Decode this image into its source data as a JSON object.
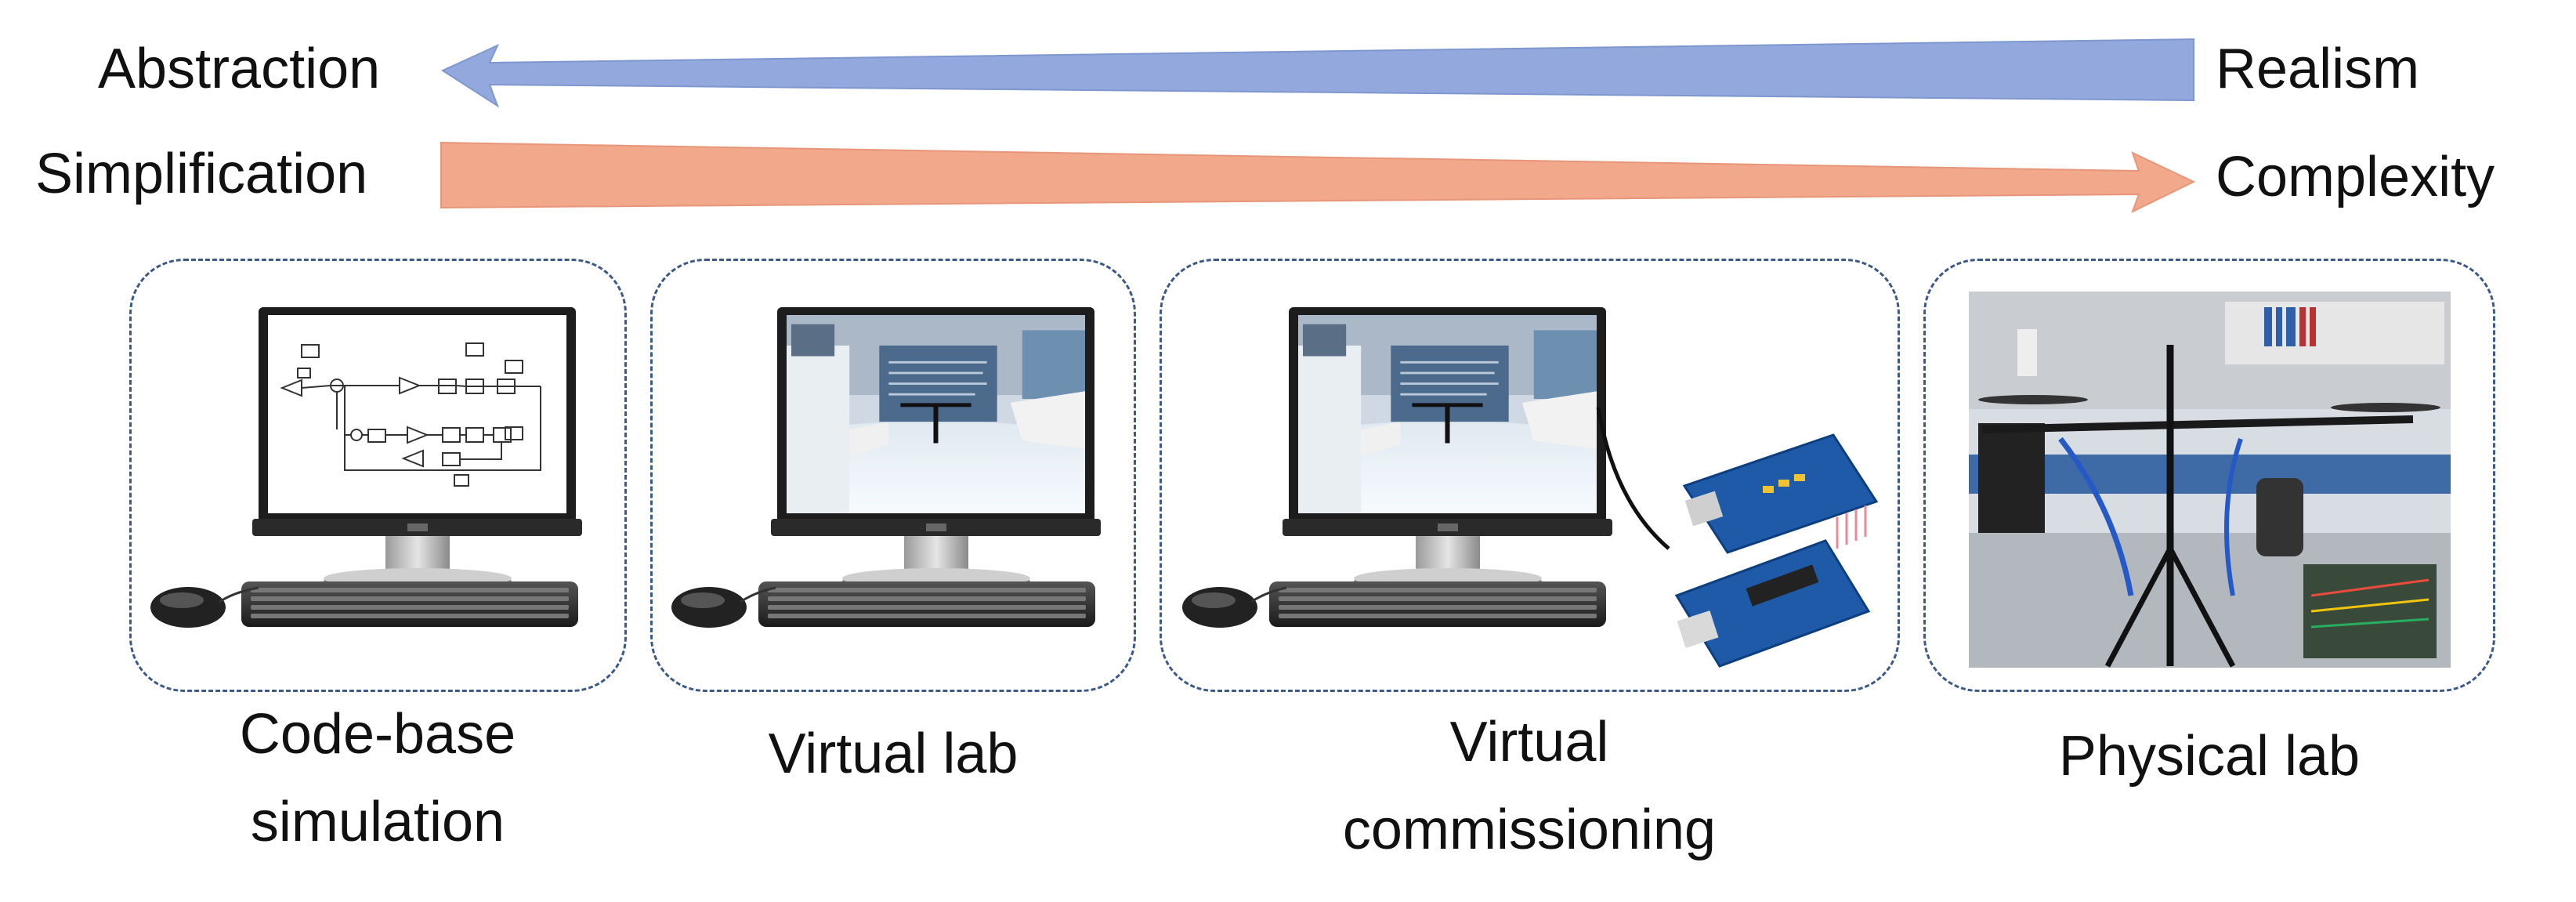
{
  "top_arrows": {
    "upper": {
      "left_label": "Abstraction",
      "right_label": "Realism",
      "color": "#93a8dc",
      "direction": "left"
    },
    "lower": {
      "left_label": "Simplification",
      "right_label": "Complexity",
      "color": "#f2a88a",
      "direction": "right"
    }
  },
  "stages": [
    {
      "caption_line1": "Code-base",
      "caption_line2": "simulation",
      "screen": "block-diagram",
      "icon": "desktop-computer-icon"
    },
    {
      "caption_line1": "Virtual lab",
      "caption_line2": "",
      "screen": "3d-virtual-lab",
      "icon": "desktop-computer-icon"
    },
    {
      "caption_line1": "Virtual",
      "caption_line2": "commissioning",
      "screen": "3d-virtual-lab",
      "icon": "desktop-computer-with-microcontroller-icon"
    },
    {
      "caption_line1": "Physical lab",
      "caption_line2": "",
      "screen": "lab-photo",
      "icon": "physical-lab-photo"
    }
  ],
  "colors": {
    "panel_border": "#3b5a8a",
    "board_blue": "#1e5aa8"
  }
}
